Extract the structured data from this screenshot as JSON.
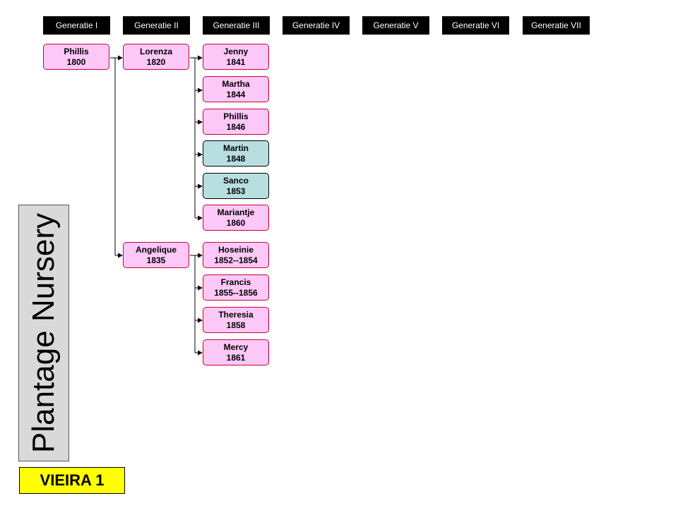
{
  "generations": [
    "Generatie  I",
    "Generatie  II",
    "Generatie  III",
    "Generatie  IV",
    "Generatie  V",
    "Generatie  VI",
    "Generatie VII"
  ],
  "people": {
    "phillis_1800": {
      "name": "Phillis",
      "years": "1800",
      "sex": "female"
    },
    "lorenza": {
      "name": "Lorenza",
      "years": "1820",
      "sex": "female"
    },
    "angelique": {
      "name": "Angelique",
      "years": "1835",
      "sex": "female"
    },
    "jenny": {
      "name": "Jenny",
      "years": "1841",
      "sex": "female"
    },
    "martha": {
      "name": "Martha",
      "years": "1844",
      "sex": "female"
    },
    "phillis_1846": {
      "name": "Phillis",
      "years": "1846",
      "sex": "female"
    },
    "martin": {
      "name": "Martin",
      "years": "1848",
      "sex": "male"
    },
    "sanco": {
      "name": "Sanco",
      "years": "1853",
      "sex": "male"
    },
    "mariantje": {
      "name": "Mariantje",
      "years": "1860",
      "sex": "female"
    },
    "hoseinie": {
      "name": "Hoseinie",
      "years": "1852--1854",
      "sex": "female"
    },
    "francis": {
      "name": "Francis",
      "years": "1855--1856",
      "sex": "female"
    },
    "theresia": {
      "name": "Theresia",
      "years": "1858",
      "sex": "female"
    },
    "mercy": {
      "name": "Mercy",
      "years": "1861",
      "sex": "female"
    }
  },
  "sidebar_title": "Plantage Nursery",
  "family_label": "VIEIRA 1",
  "colors": {
    "female": "#fbc8f7",
    "male": "#b7dfe0",
    "header": "#000000",
    "label": "#ffff00",
    "sidebar": "#d9d9d9"
  }
}
